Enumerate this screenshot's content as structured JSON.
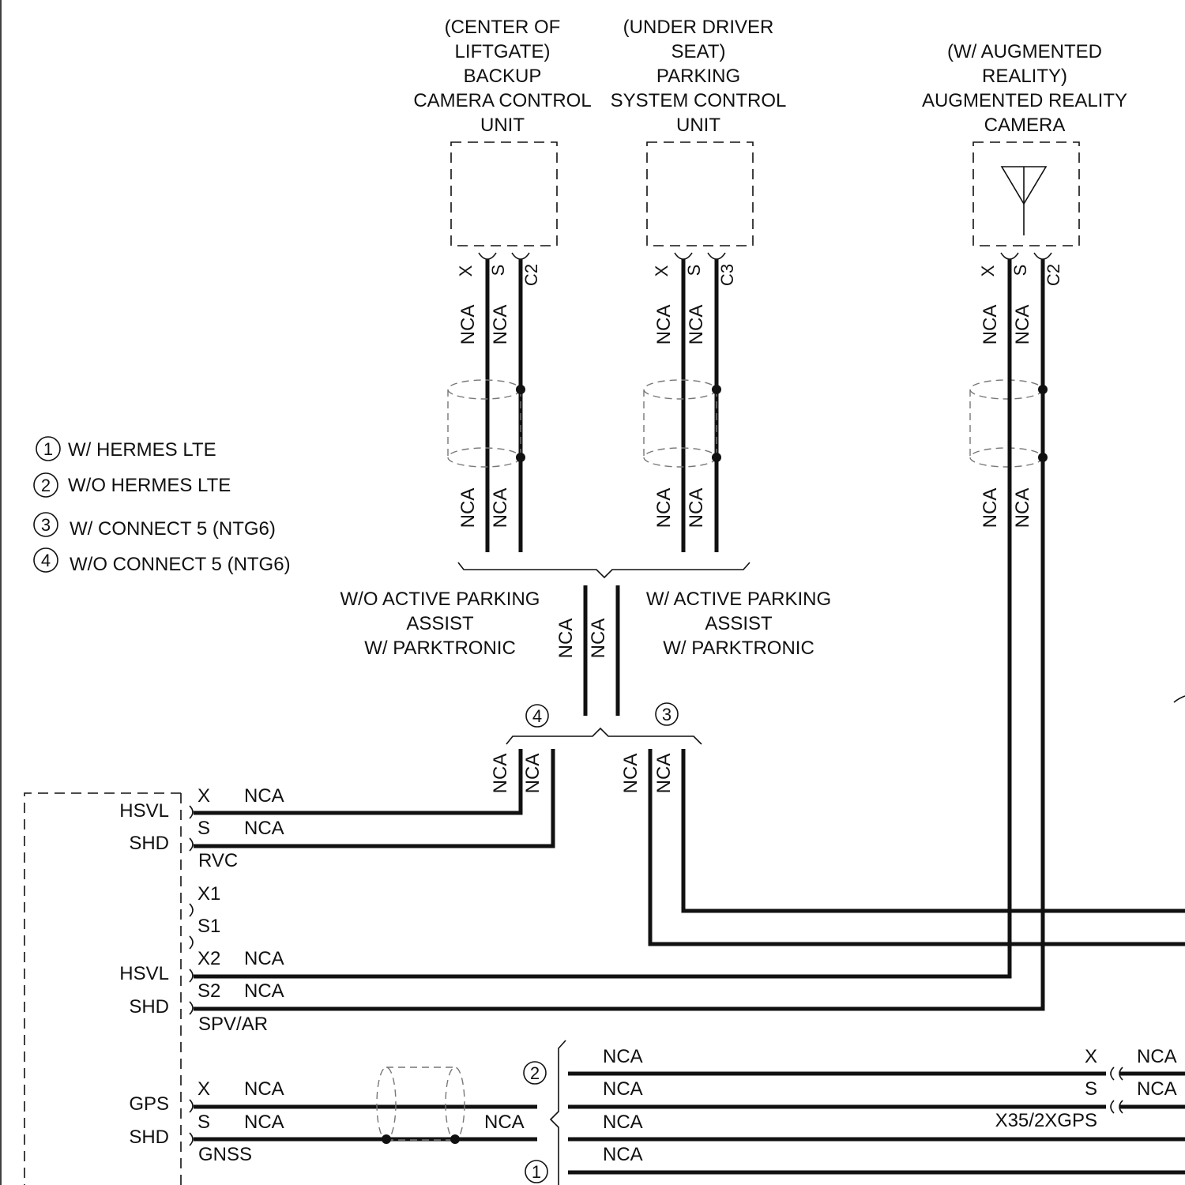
{
  "components": {
    "backup_camera": {
      "lines": [
        "(CENTER OF",
        "LIFTGATE)",
        "BACKUP",
        "CAMERA CONTROL",
        "UNIT"
      ],
      "pins": [
        "X",
        "S",
        "C2"
      ]
    },
    "parking_system": {
      "lines": [
        "(UNDER DRIVER",
        "SEAT)",
        "PARKING",
        "SYSTEM CONTROL",
        "UNIT"
      ],
      "pins": [
        "X",
        "S",
        "C3"
      ]
    },
    "ar_camera": {
      "lines": [
        "(W/ AUGMENTED",
        "REALITY)",
        "AUGMENTED REALITY",
        "CAMERA"
      ],
      "pins": [
        "X",
        "S",
        "C2"
      ]
    }
  },
  "legend": [
    {
      "num": "1",
      "text": "W/ HERMES LTE"
    },
    {
      "num": "2",
      "text": "W/O HERMES LTE"
    },
    {
      "num": "3",
      "text": "W/ CONNECT 5 (NTG6)"
    },
    {
      "num": "4",
      "text": "W/O CONNECT 5 (NTG6)"
    }
  ],
  "options": {
    "without_apa": [
      "W/O ACTIVE PARKING",
      "ASSIST",
      "W/ PARKTRONIC"
    ],
    "with_apa": [
      "W/ ACTIVE PARKING",
      "ASSIST",
      "W/ PARKTRONIC"
    ],
    "markers": {
      "left": "4",
      "right": "3",
      "gps_upper": "2",
      "gps_lower": "1"
    }
  },
  "wire_label": "NCA",
  "head_unit": {
    "group_labels": [
      "HSVL",
      "SHD",
      "HSVL",
      "SHD",
      "GPS",
      "SHD"
    ],
    "pins": [
      "X",
      "S",
      "RVC",
      "X1",
      "S1",
      "X2",
      "S2",
      "SPV/AR",
      "X",
      "S",
      "GNSS"
    ]
  },
  "right_connector": {
    "pins": [
      "X",
      "S"
    ],
    "name": "X35/2XGPS"
  }
}
